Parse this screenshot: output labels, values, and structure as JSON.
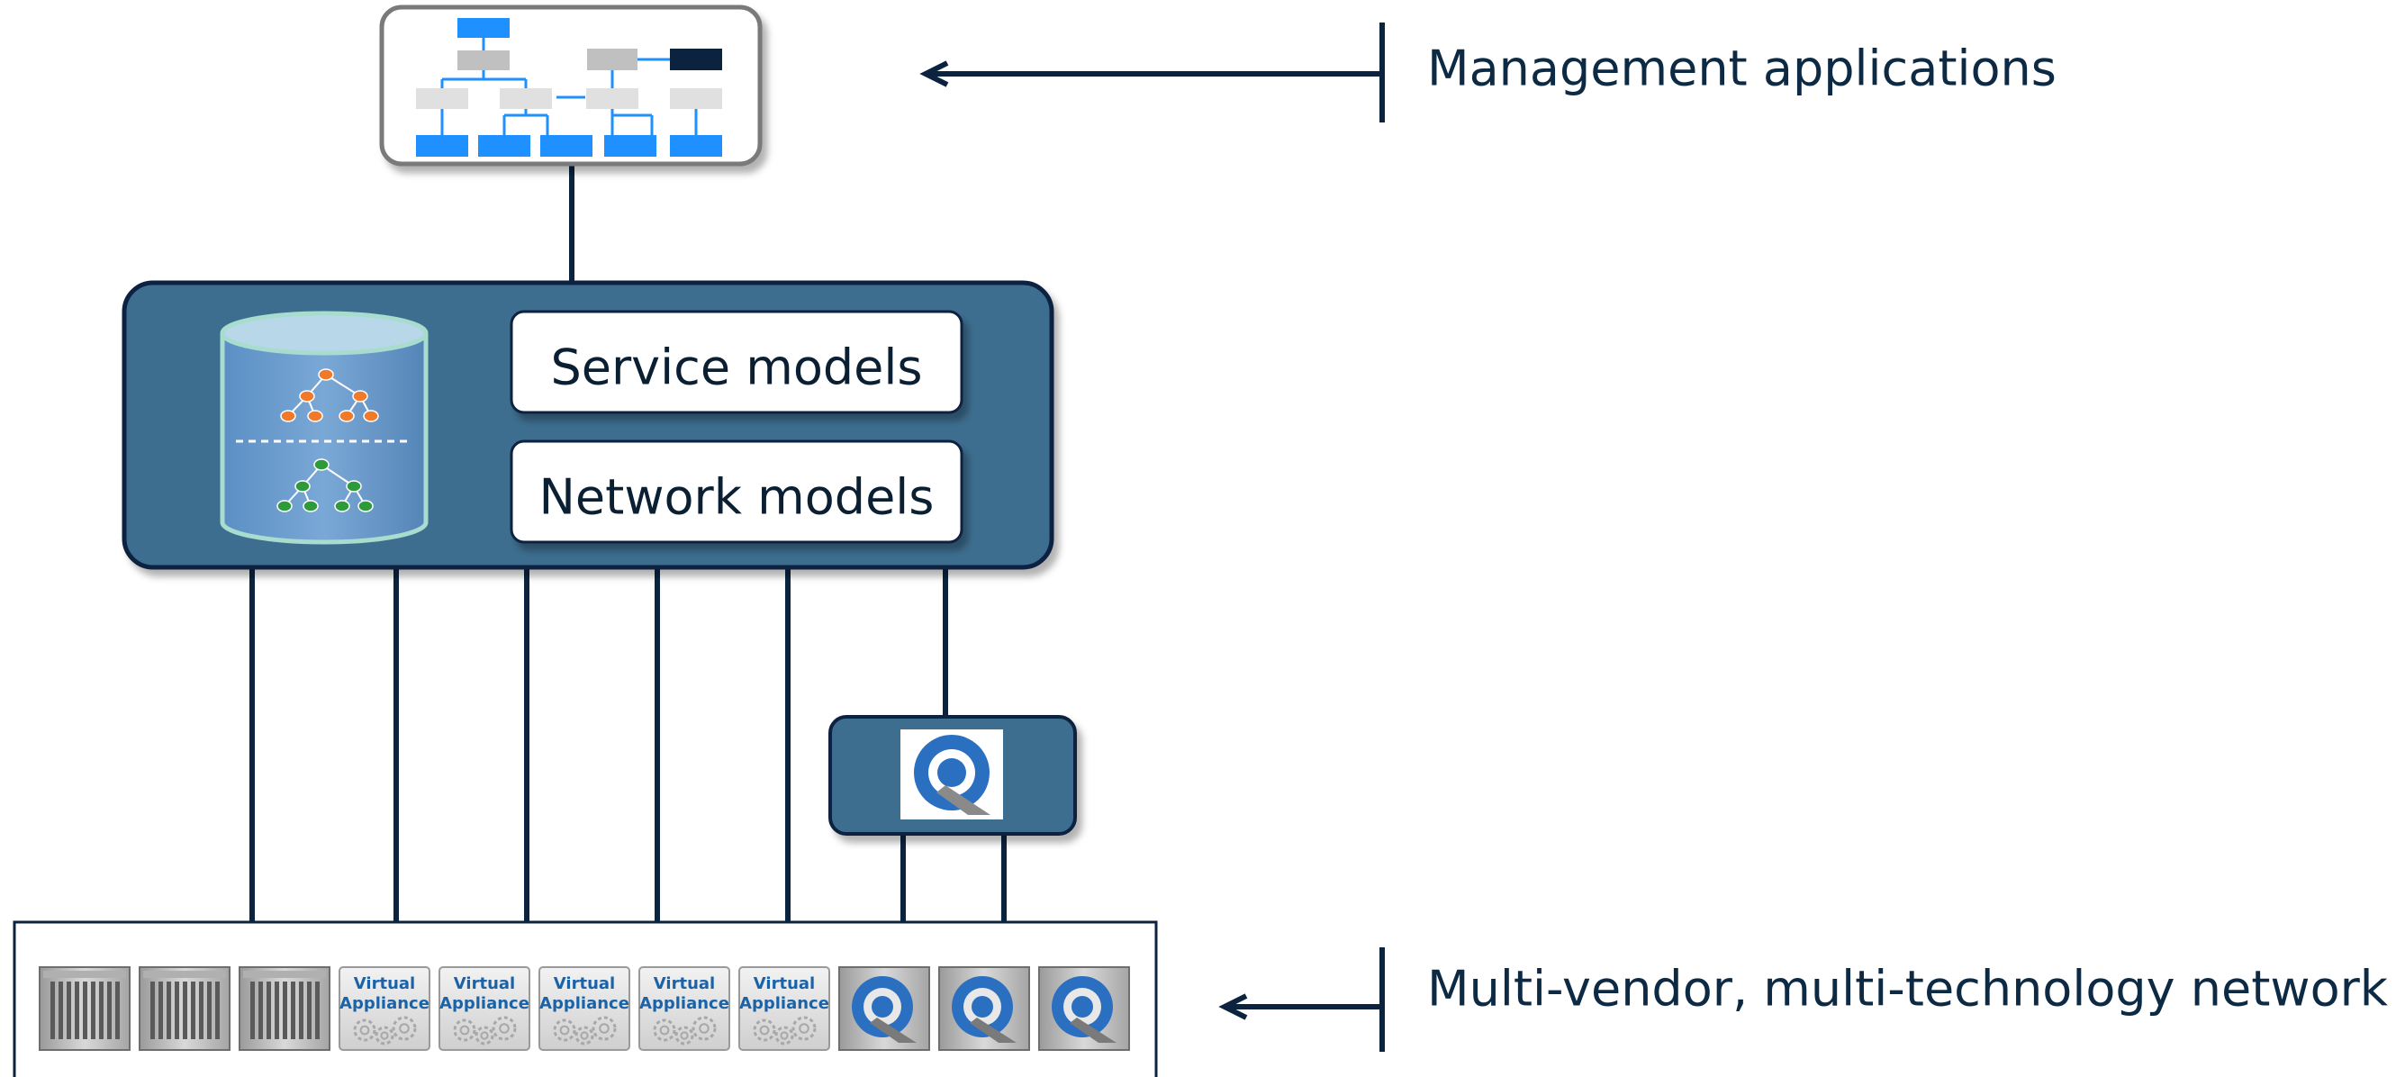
{
  "labels": {
    "management": "Management applications",
    "network": "Multi-vendor, multi-technology network"
  },
  "controller": {
    "service_models": "Service models",
    "network_models": "Network models"
  },
  "virtual_appliance": {
    "line1": "Virtual",
    "line2": "Appliance"
  },
  "devices": [
    {
      "kind": "chassis"
    },
    {
      "kind": "chassis"
    },
    {
      "kind": "chassis"
    },
    {
      "kind": "virtual"
    },
    {
      "kind": "virtual"
    },
    {
      "kind": "virtual"
    },
    {
      "kind": "virtual"
    },
    {
      "kind": "virtual"
    },
    {
      "kind": "legacy"
    },
    {
      "kind": "legacy"
    },
    {
      "kind": "legacy"
    }
  ],
  "colors": {
    "controller_fill": "#3d6e8f",
    "dark_navy": "#0c2340",
    "hierarchy_blue": "#1e90ff",
    "hierarchy_gray": "#c0c0c0",
    "tree_orange": "#f07a2a",
    "tree_green": "#2e9a3a"
  }
}
